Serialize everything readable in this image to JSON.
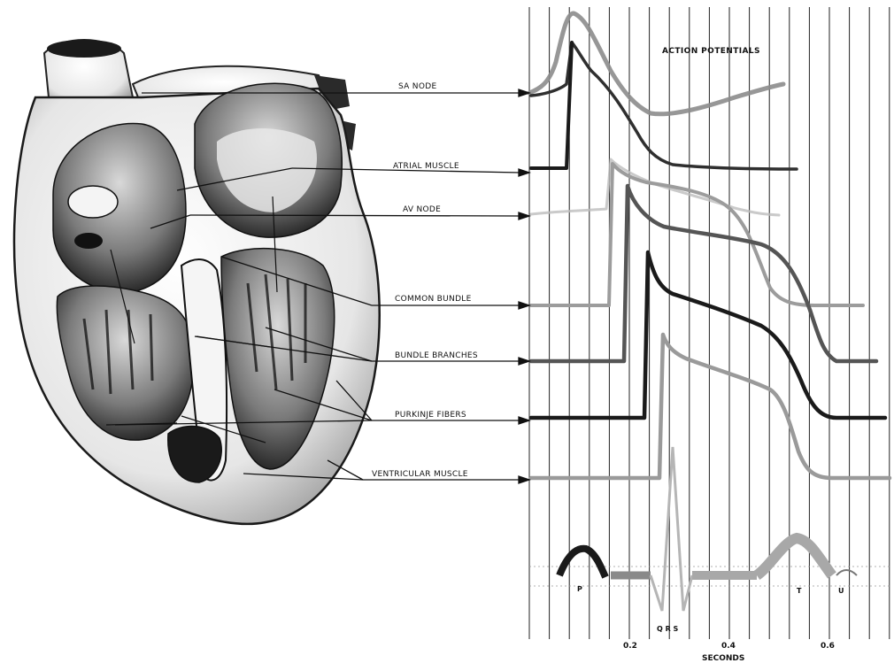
{
  "figure": {
    "title": "ACTION POTENTIALS",
    "x_axis_label": "SECONDS",
    "x_ticks": [
      "0.2",
      "0.4",
      "0.6"
    ],
    "ecg_wave_labels": [
      "P",
      "Q R S",
      "T",
      "U"
    ]
  },
  "structures": [
    {
      "label": "SA NODE"
    },
    {
      "label": "ATRIAL MUSCLE"
    },
    {
      "label": "AV NODE"
    },
    {
      "label": "COMMON BUNDLE"
    },
    {
      "label": "BUNDLE BRANCHES"
    },
    {
      "label": "PURKINJE FIBERS"
    },
    {
      "label": "VENTRICULAR MUSCLE"
    }
  ]
}
